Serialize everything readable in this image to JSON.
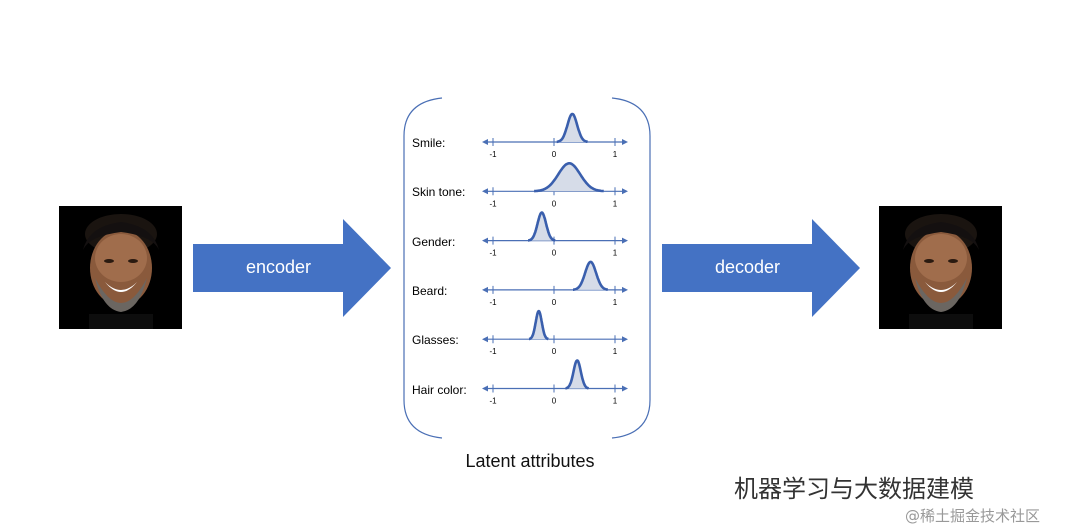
{
  "arrows": {
    "encoder": "encoder",
    "decoder": "decoder"
  },
  "latent_title": "Latent attributes",
  "attributes": [
    {
      "label": "Smile:",
      "mean": 0.3,
      "spread": 0.08
    },
    {
      "label": "Skin tone:",
      "mean": 0.25,
      "spread": 0.18
    },
    {
      "label": "Gender:",
      "mean": -0.2,
      "spread": 0.07
    },
    {
      "label": "Beard:",
      "mean": 0.6,
      "spread": 0.09
    },
    {
      "label": "Glasses:",
      "mean": -0.25,
      "spread": 0.05
    },
    {
      "label": "Hair color:",
      "mean": 0.38,
      "spread": 0.06
    }
  ],
  "axis_ticks": [
    "-1",
    "0",
    "1"
  ],
  "watermark": {
    "main": "机器学习与大数据建模",
    "sub": "@稀土掘金技术社区"
  },
  "colors": {
    "arrow": "#4472C4",
    "curve": "#3A5FAD",
    "fill": "#D6DCE8",
    "bracket": "#4A6FB5"
  }
}
